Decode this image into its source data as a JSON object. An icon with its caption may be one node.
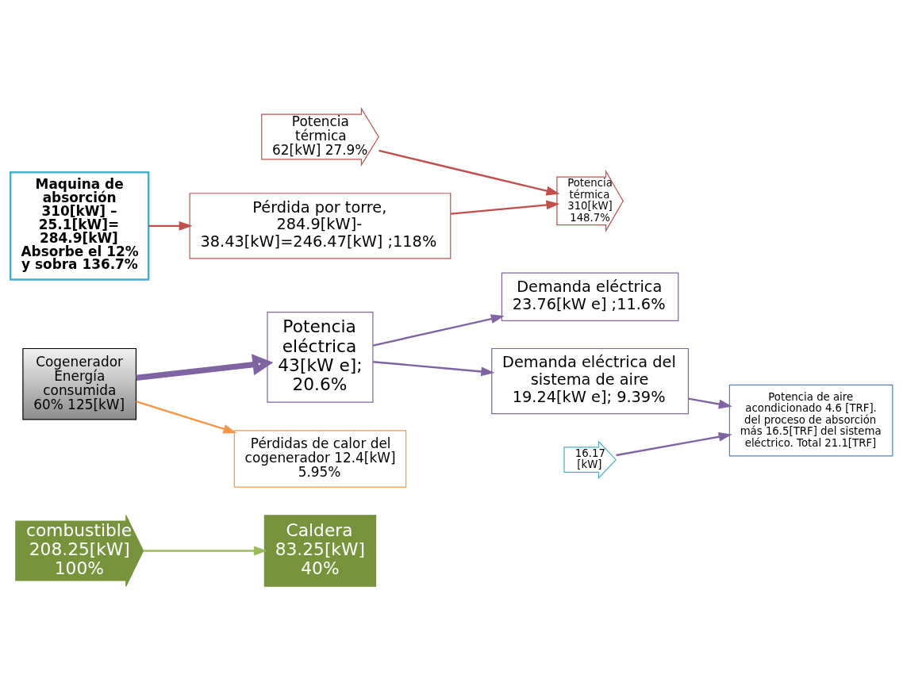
{
  "diagram": {
    "nodes": [
      {
        "text": [
          "combustible 208.25[kW] 100%"
        ]
      },
      {
        "text": [
          "Caldera 83.25[kW] 40%"
        ]
      },
      {
        "text": [
          "Cogenerador Energía consumida 60% 125[kW]"
        ]
      },
      {
        "text": [
          "Potencia eléctrica 43[kW e]; 20.6%"
        ]
      },
      {
        "text": [
          "Demanda eléctrica 23.76[kW e] ;11.6%"
        ]
      },
      {
        "text": [
          "Demanda eléctrica del sistema de aire 19.24[kW e]; 9.39%"
        ]
      },
      {
        "text": [
          "Potencia de aire acondicionado 4.6 [TRF]. del proceso de absorción más 16.5[TRF] del sistema eléctrico. Total 21.1[TRF]"
        ]
      },
      {
        "text": [
          "Pérdida por torre, 284.9[kW]- 38.43[kW]=246.47[kW] ;118%"
        ]
      },
      {
        "text": [
          "Potencia térmica 62[kW] 27.9%"
        ]
      },
      {
        "text": [
          "Potencia térmica 310[kW] 148.7%"
        ]
      },
      {
        "text": [
          "Maquina de absorción 310[kW] – 25.1[kW]= 284.9[kW] Absorbe el 12% y sobra 136.7%"
        ]
      },
      {
        "text": [
          "16.17 [kW]"
        ]
      },
      {
        "text": [
          "Pérdidas de calor del cogenerador 12.4[kW] 5.95%"
        ]
      }
    ],
    "edges": [
      {
        "from": 0,
        "to": 1,
        "arrow": "to",
        "color": "#9bbb59"
      },
      {
        "from": 2,
        "to": 3,
        "arrow": "to",
        "style": "thick"
      },
      {
        "from": 3,
        "to": 4,
        "arrow": "to"
      },
      {
        "from": 3,
        "to": 5,
        "arrow": "to"
      },
      {
        "from": 5,
        "to": 6,
        "arrow": "to"
      },
      {
        "from": 11,
        "to": 6,
        "arrow": "to"
      },
      {
        "from": 2,
        "to": 12,
        "arrow": "to",
        "color": "#f79646"
      },
      {
        "from": 8,
        "to": 9,
        "arrow": "to",
        "color": "#c0504d"
      },
      {
        "from": 7,
        "to": 9,
        "arrow": "to",
        "color": "#c0504d"
      },
      {
        "from": 10,
        "to": 7,
        "arrow": "to",
        "color": "#c0504d"
      }
    ]
  }
}
